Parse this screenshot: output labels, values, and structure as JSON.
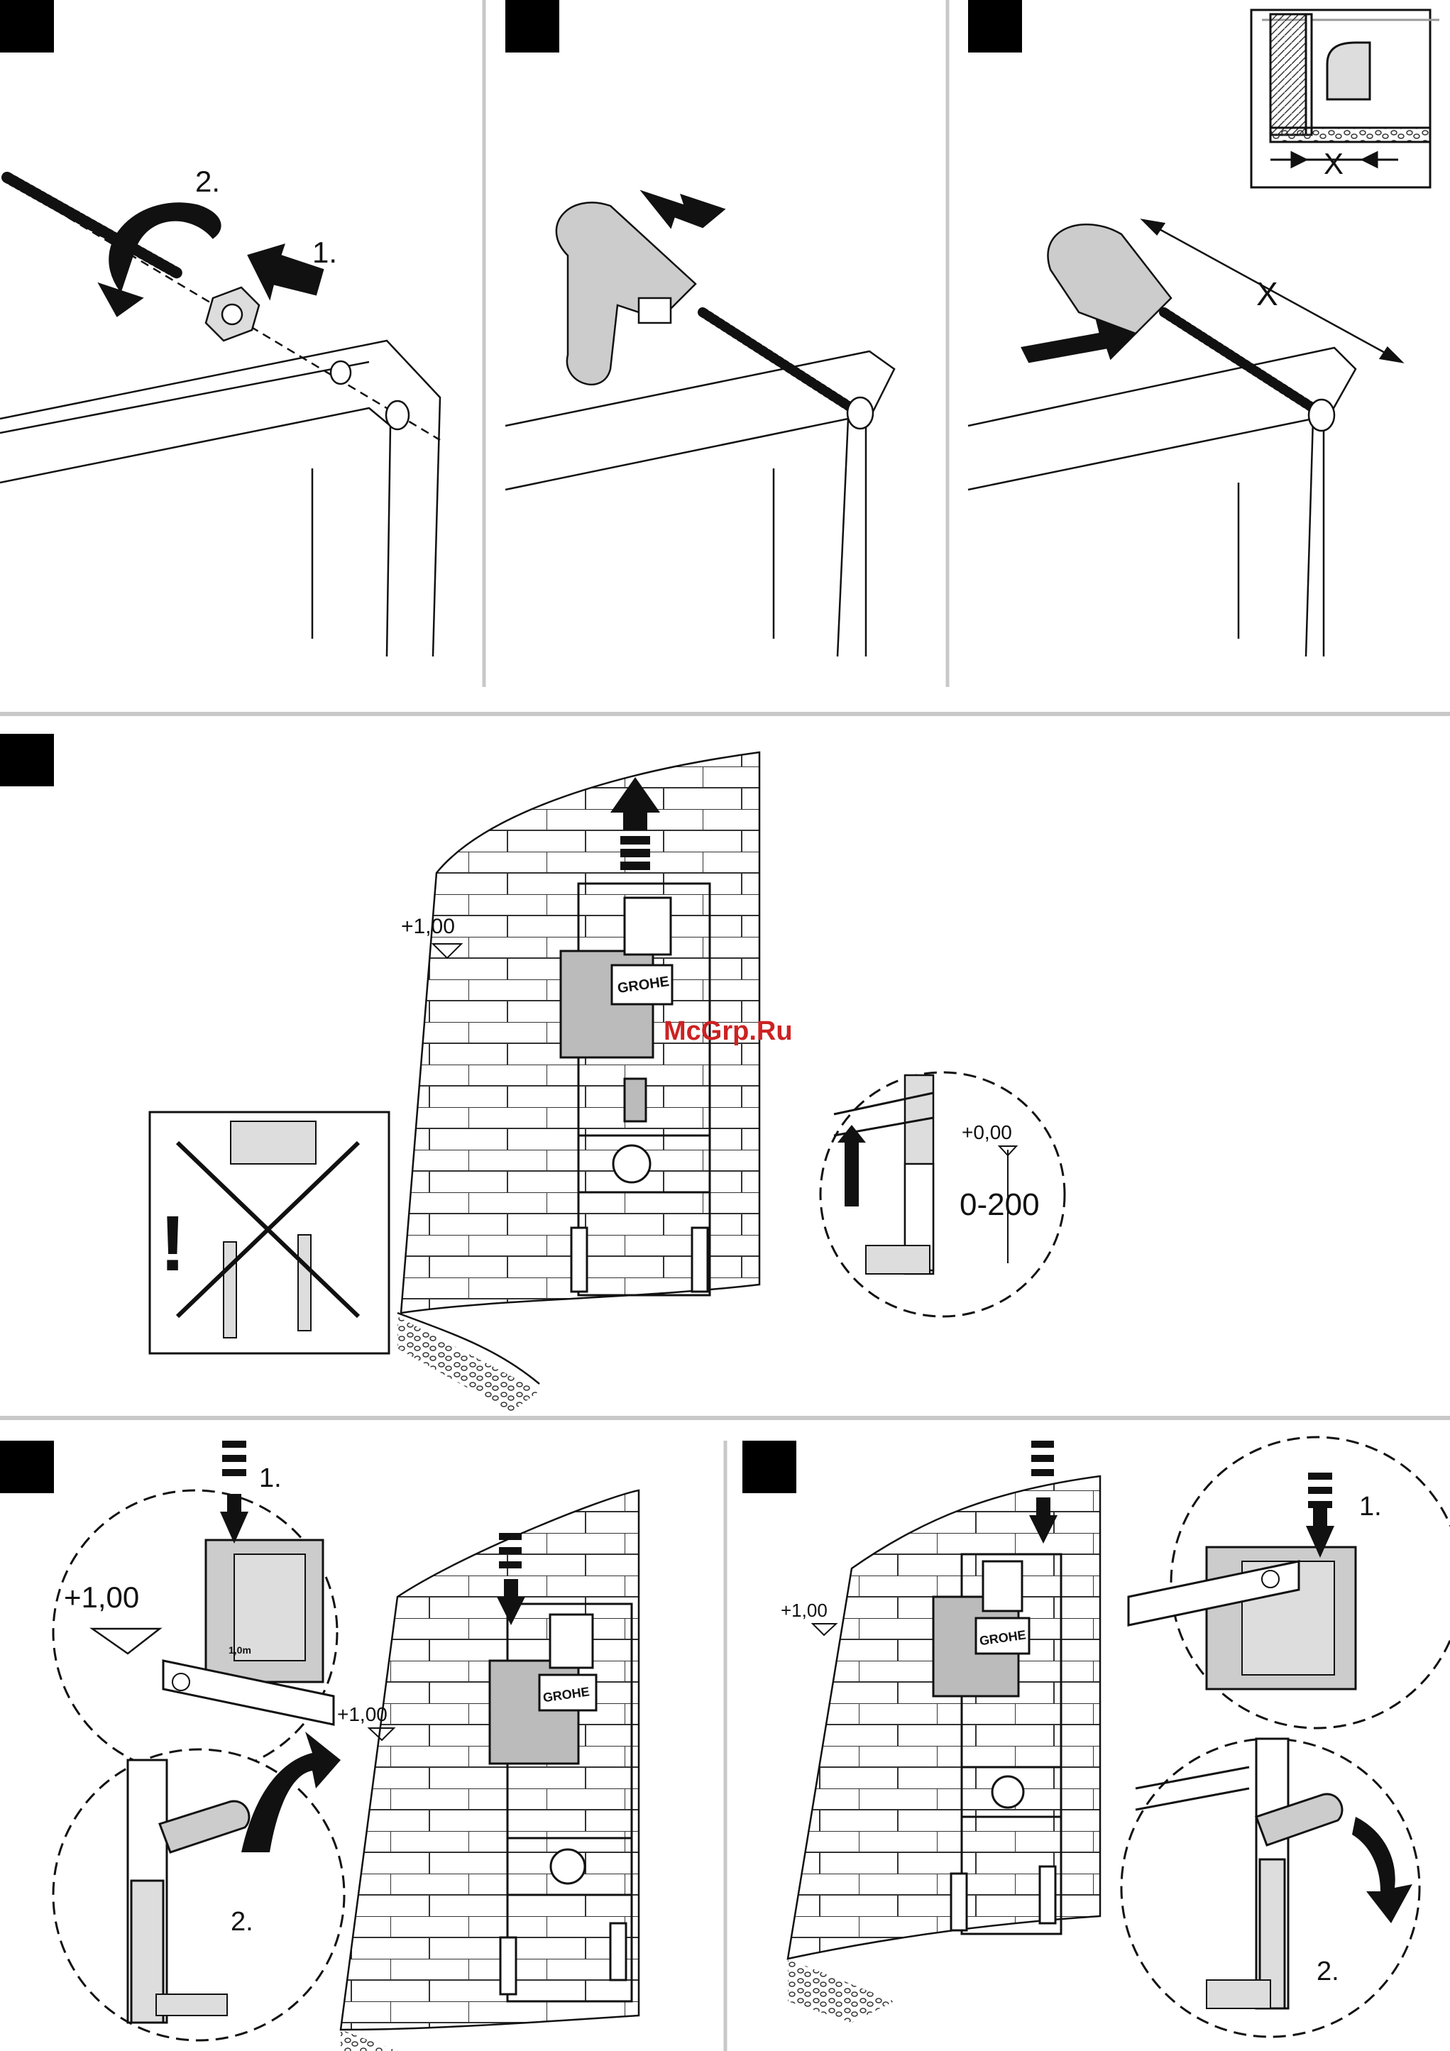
{
  "page": {
    "watermark": "McGrp.Ru",
    "accent_color": "#cc2222",
    "brand": "GROHE"
  },
  "panels": {
    "step_a": {
      "step_1": "1.",
      "step_2": "2."
    },
    "step_c": {
      "dim_inset": "X",
      "dim_main": "X"
    },
    "step_d": {
      "level": "+1,00",
      "zero": "+0,00",
      "range": "0-200",
      "warning_icon": "exclamation-mark"
    },
    "step_e": {
      "level_zoom": "+1,00",
      "level_frame": "+1,00",
      "level_tag": "1,0m",
      "step_1": "1.",
      "step_2": "2."
    },
    "step_f": {
      "level": "+1,00",
      "step_1": "1.",
      "step_2": "2."
    }
  }
}
